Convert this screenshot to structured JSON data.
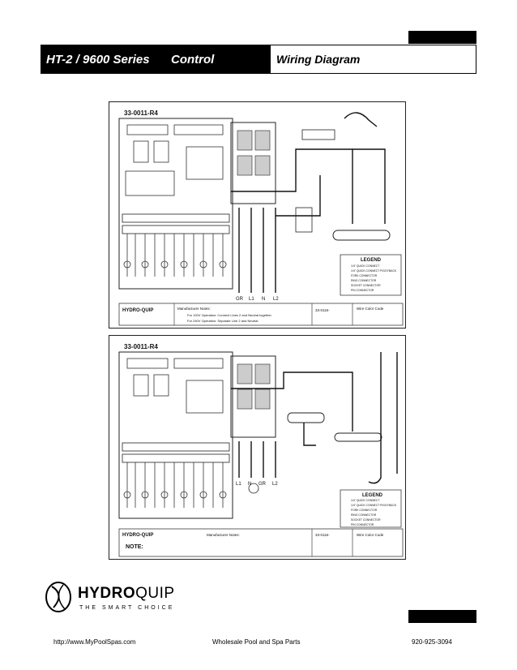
{
  "header": {
    "series": "HT-2 / 9600 Series",
    "control": "Control",
    "title": "Wiring Diagram"
  },
  "diagram_top": {
    "part_number": "33-0011-R4",
    "legend_title": "LEGEND",
    "legend_items": [
      "1/4\" QUICK CONNECT",
      "1/4\" QUICK CONNECT PIGGYBACK",
      "FORK CONNECTOR",
      "RING CONNECTOR",
      "SOCKET CONNECTOR",
      "PIN CONNECTOR"
    ],
    "wire_code_title": "Wire Color Code",
    "manufacturer_notes": "Manufacturer Notes:",
    "note_line1": "For 120V Operation: Connect Lines 2 and Neutral together.",
    "note_line2": "For 240V Operation: Separate Line 2 and Neutral",
    "line_labels": [
      "GR",
      "L1",
      "N",
      "L2"
    ],
    "company": "HYDRO-QUIP",
    "dwg_no": "33-0116-"
  },
  "diagram_bottom": {
    "part_number": "33-0011-R4",
    "legend_title": "LEGEND",
    "legend_items": [
      "1/4\" QUICK CONNECT",
      "1/4\" QUICK CONNECT PIGGYBACK",
      "FORK CONNECTOR",
      "RING CONNECTOR",
      "SOCKET CONNECTOR",
      "PIN CONNECTOR"
    ],
    "wire_code_title": "Wire Color Code",
    "manufacturer_notes": "Manufacturer Notes:",
    "note_label": "NOTE:",
    "line_labels": [
      "L1",
      "N",
      "GR",
      "L2"
    ],
    "company": "HYDRO-QUIP",
    "dwg_no": "33-0116-"
  },
  "logo": {
    "brand_bold": "HYDRO",
    "brand_regular": "QUIP",
    "tagline": "THE SMART CHOICE"
  },
  "footer": {
    "url": "http://www.MyPoolSpas.com",
    "center": "Wholesale Pool and Spa Parts",
    "phone": "920-925-3094"
  }
}
